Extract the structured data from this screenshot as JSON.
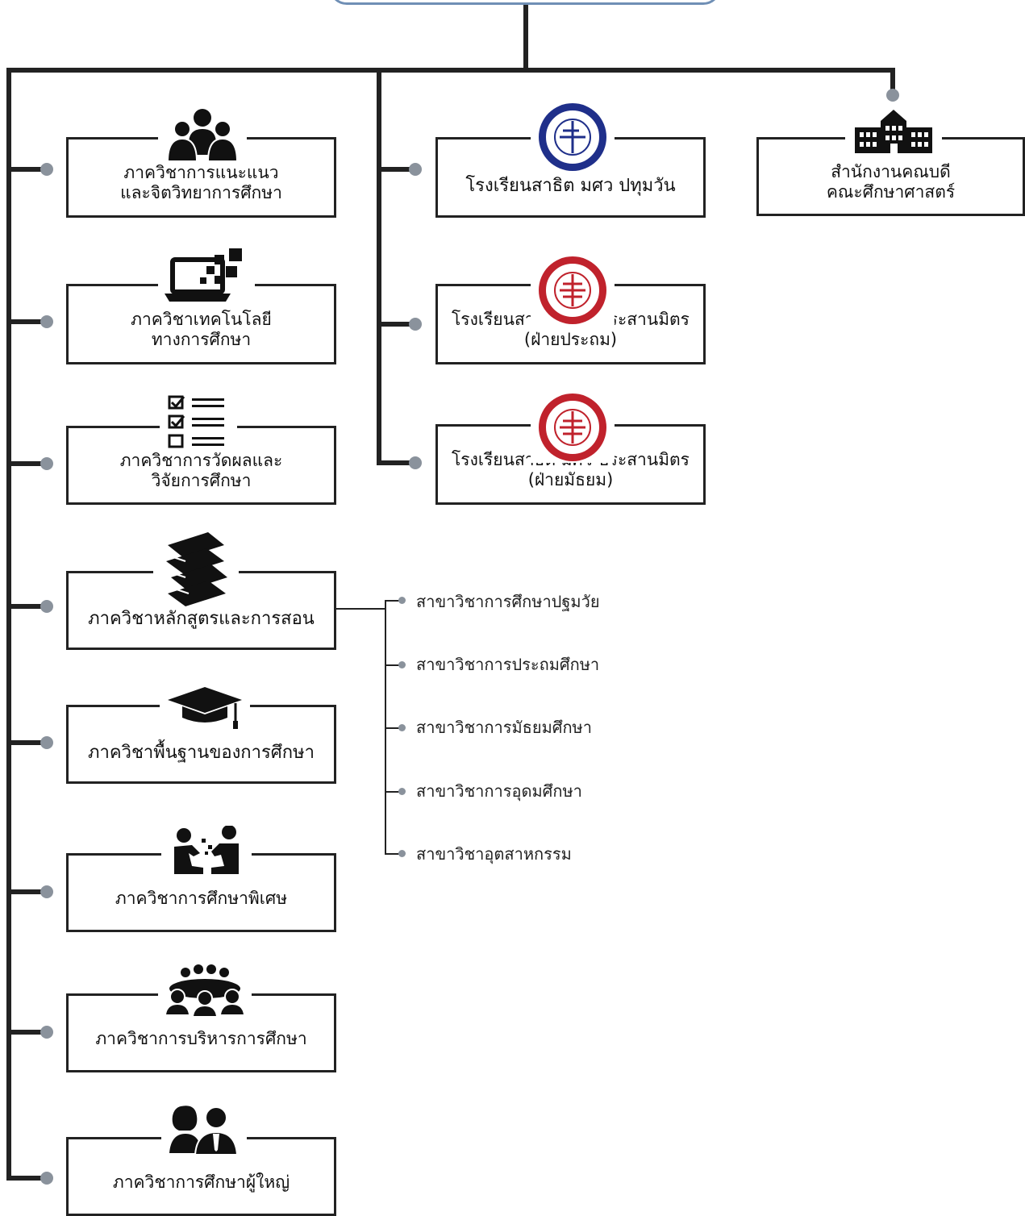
{
  "left_column": [
    {
      "label": "ภาควิชาการแนะแนว\nและจิตวิทยาการศึกษา",
      "icon": "group-people-icon"
    },
    {
      "label": "ภาควิชาเทคโนโลยี\nทางการศึกษา",
      "icon": "laptop-pixels-icon"
    },
    {
      "label": "ภาควิชาการวัดผลและ\nวิจัยการศึกษา",
      "icon": "checklist-icon"
    },
    {
      "label": "ภาควิชาหลักสูตรและการสอน",
      "icon": "books-icon"
    },
    {
      "label": "ภาควิชาพื้นฐานของการศึกษา",
      "icon": "graduation-cap-icon"
    },
    {
      "label": "ภาควิชาการศึกษาพิเศษ",
      "icon": "children-playing-icon"
    },
    {
      "label": "ภาควิชาการบริหารการศึกษา",
      "icon": "meeting-table-icon"
    },
    {
      "label": "ภาควิชาการศึกษาผู้ใหญ่",
      "icon": "adults-icon"
    }
  ],
  "middle_column": [
    {
      "label": "โรงเรียนสาธิต มศว ปทุมวัน",
      "icon": "school-seal-blue-icon"
    },
    {
      "label": "โรงเรียนสาธิต มศว ประสานมิตร\n(ฝ่ายประถม)",
      "icon": "school-seal-red-icon"
    },
    {
      "label": "โรงเรียนสาธิต มศว ประสานมิตร\n(ฝ่ายมัธยม)",
      "icon": "school-seal-red-icon"
    }
  ],
  "right_column": [
    {
      "label": "สำนักงานคณบดี\nคณะศึกษาศาสตร์",
      "icon": "building-icon"
    }
  ],
  "sub_branches": [
    "สาขาวิชาการศึกษาปฐมวัย",
    "สาขาวิชาการประถมศึกษา",
    "สาขาวิชาการมัธยมศึกษา",
    "สาขาวิชาการอุดมศึกษา",
    "สาขาวิชาอุตสาหกรรม"
  ],
  "colors": {
    "line": "#222222",
    "connector_dot": "#8a929c",
    "top_box_border": "#6f8fb5",
    "seal_blue": "#1f2f8a",
    "seal_red": "#c0222c"
  }
}
